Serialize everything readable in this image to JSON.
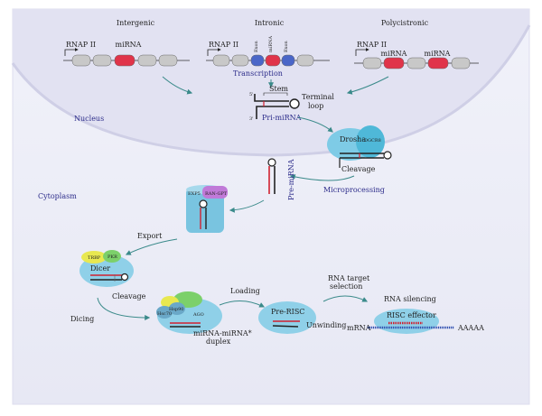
{
  "labels": {
    "intergenic": "Intergenic",
    "intronic": "Intronic",
    "polycistronic": "Polycistronic",
    "rnap_1": "RNAP II",
    "rnap_2": "RNAP II",
    "rnap_3": "RNAP II",
    "mirna_1": "miRNA",
    "exon_a": "Exon",
    "mirna_2": "miRNA",
    "exon_b": "Exon",
    "mirna_3": "miRNA",
    "mirna_4": "miRNA",
    "transcription": "Transcription",
    "stem": "Stem",
    "terminal_loop_1": "Terminal",
    "terminal_loop_2": "loop",
    "five_prime": "5'",
    "three_prime": "3'",
    "pri_mirna": "Pri-miRNA",
    "nucleus": "Nucleus",
    "drosha": "Drosha",
    "dgcr8": "DGCR8",
    "cleavage_1": "Cleavage",
    "microprocessing": "Microprocessing",
    "pre_mirna": "Pre-miRNA",
    "cytoplasm": "Cytoplasm",
    "exp5": "EXP5",
    "ran_gtp": "RAN-GPT",
    "export": "Export",
    "trbp": "TRBP",
    "pkr": "PKR",
    "dicer": "Dicer",
    "cleavage_2": "Cleavage",
    "dicing": "Dicing",
    "loading": "Loading",
    "hsp90": "Hsp90",
    "hsc70": "Hsc70",
    "ago": "AGO",
    "duplex_1": "miRNA-miRNA*",
    "duplex_2": "duplex",
    "pre_risc": "Pre-RISC",
    "unwinding": "Unwinding",
    "rna_target_1": "RNA target",
    "rna_target_2": "selection",
    "rna_silencing": "RNA silencing",
    "risc_effector": "RISC effector",
    "mrna": "mRNA",
    "poly_a": "AAAAA"
  },
  "colors": {
    "nucleus_fill": "#e6e6f3",
    "cytoplasm_fill": "#ecedf7",
    "arrow": "#3a8a8a",
    "gene_grey": "#c8c8c8",
    "gene_red": "#e0344a",
    "gene_blue": "#4a66c8",
    "drosha": "#7ecbe6",
    "dgcr8": "#4fb8d8",
    "exp5": "#79c4e0",
    "ran_gtp": "#c07ad8",
    "trbp": "#e8e850",
    "pkr": "#7cd06a",
    "complex": "#8fd0e8",
    "rna_red": "#d02030",
    "rna_dark": "#222222",
    "mrna_blue": "#3050b0"
  }
}
